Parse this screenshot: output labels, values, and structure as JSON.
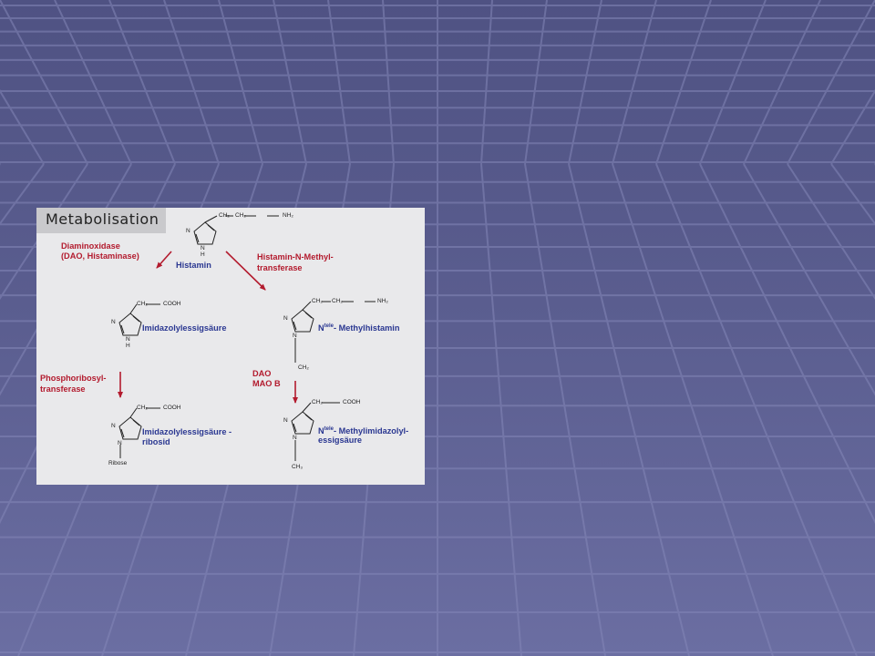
{
  "figure": {
    "title": "Metabolisation",
    "compounds": {
      "histamin": "Histamin",
      "imidazolylessigsaeure": "Imidazolylessigsäure",
      "imidazolylessigsaeure_ribosid_1": "Imidazolylessigsäure -",
      "imidazolylessigsaeure_ribosid_2": "ribosid",
      "methylhistamin_prefix": "N",
      "methylhistamin_sup": "tele",
      "methylhistamin_rest": "- Methylhistamin",
      "methylimidazolyl_prefix": "N",
      "methylimidazolyl_sup": "tele",
      "methylimidazolyl_rest": "- Methylimidazolyl-",
      "methylimidazolyl_2": "essigsäure"
    },
    "enzymes": {
      "dao_1": "Diaminoxidase",
      "dao_2": "(DAO, Histaminase)",
      "hnmt_1": "Histamin-N-Methyl-",
      "hnmt_2": "transferase",
      "prt_1": "Phosphoribosyl-",
      "prt_2": "transferase",
      "dao_maob_1": "DAO",
      "dao_maob_2": "MAO B"
    },
    "atoms": {
      "ch2": "CH₂",
      "nh2": "NH₂",
      "cooh": "COOH",
      "ch3": "CH₃",
      "n": "N",
      "h": "H",
      "ribose": "Ribose"
    }
  },
  "colors": {
    "enzyme_red": "#b31b2e",
    "compound_blue": "#2a3791",
    "slide_background": "#5a5d8f"
  }
}
